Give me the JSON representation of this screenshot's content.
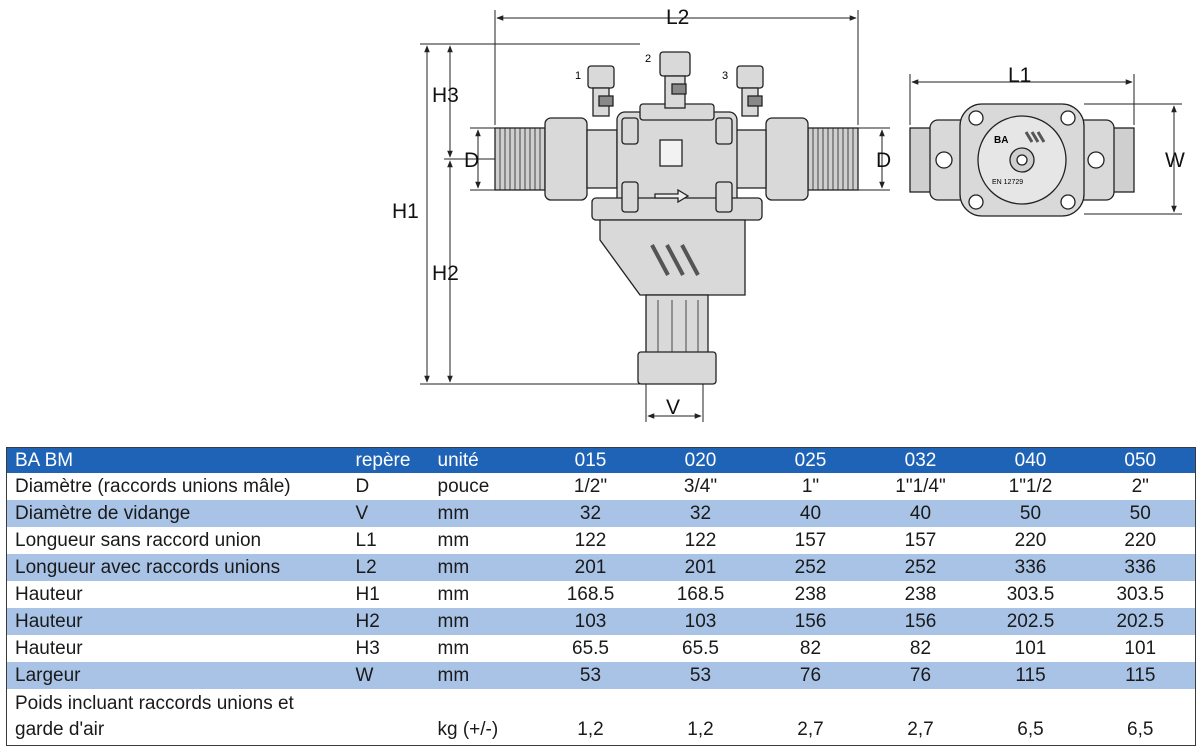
{
  "drawing": {
    "labels": {
      "l2": "L2",
      "h3": "H3",
      "h1": "H1",
      "h2": "H2",
      "d_left": "D",
      "d_right": "D",
      "v": "V",
      "l1": "L1",
      "w": "W",
      "port1": "1",
      "port2": "2",
      "port3": "3",
      "end_view_brand": "BA",
      "end_view_code": "EN 12729"
    },
    "colors": {
      "body": "#d9d9d9",
      "line": "#222222",
      "shade": "#bdbdbd"
    }
  },
  "table": {
    "header": {
      "model": "BA BM",
      "ref": "repère",
      "unit": "unité",
      "sizes": [
        "015",
        "020",
        "025",
        "032",
        "040",
        "050"
      ]
    },
    "rows": [
      {
        "label": "Diamètre (raccords unions mâle)",
        "ref": "D",
        "unit": "pouce",
        "values": [
          "1/2\"",
          "3/4\"",
          "1\"",
          "1\"1/4\"",
          "1\"1/2",
          "2\""
        ]
      },
      {
        "label": "Diamètre de vidange",
        "ref": "V",
        "unit": "mm",
        "values": [
          "32",
          "32",
          "40",
          "40",
          "50",
          "50"
        ]
      },
      {
        "label": "Longueur sans raccord union",
        "ref": "L1",
        "unit": "mm",
        "values": [
          "122",
          "122",
          "157",
          "157",
          "220",
          "220"
        ]
      },
      {
        "label": "Longueur avec raccords unions",
        "ref": "L2",
        "unit": "mm",
        "values": [
          "201",
          "201",
          "252",
          "252",
          "336",
          "336"
        ]
      },
      {
        "label": "Hauteur",
        "ref": "H1",
        "unit": "mm",
        "values": [
          "168.5",
          "168.5",
          "238",
          "238",
          "303.5",
          "303.5"
        ]
      },
      {
        "label": "Hauteur",
        "ref": "H2",
        "unit": "mm",
        "values": [
          "103",
          "103",
          "156",
          "156",
          "202.5",
          "202.5"
        ]
      },
      {
        "label": "Hauteur",
        "ref": "H3",
        "unit": "mm",
        "values": [
          "65.5",
          "65.5",
          "82",
          "82",
          "101",
          "101"
        ]
      },
      {
        "label": "Largeur",
        "ref": "W",
        "unit": "mm",
        "values": [
          "53",
          "53",
          "76",
          "76",
          "115",
          "115"
        ]
      },
      {
        "label": "Poids incluant raccords unions et garde d'air",
        "ref": "",
        "unit": "kg (+/-)",
        "values": [
          "1,2",
          "1,2",
          "2,7",
          "2,7",
          "6,5",
          "6,5"
        ]
      }
    ],
    "colors": {
      "header_bg": "#1f63b6",
      "shade_bg": "#a9c3e6"
    }
  }
}
